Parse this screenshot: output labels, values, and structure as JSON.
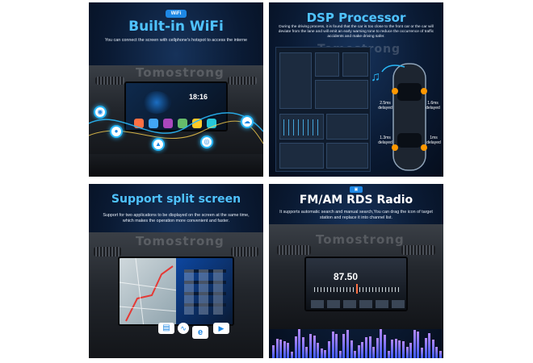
{
  "panels": {
    "wifi": {
      "badge": "WiFi",
      "title": "Built-in WiFi",
      "description": "You can connect the screen with cellphone's hotspot to access the interne",
      "watermark": "Tomostrong",
      "clock": "18:16"
    },
    "dsp": {
      "title": "DSP Processor",
      "description": "During the driving process, it is found that the car is too close to the front car or the car will deviate from the lane and will emit an early warning tone to reduce the occurrence of traffic accidents and make driving safer.",
      "watermark": "Tomostrong",
      "delays": {
        "d1": "2.5ms delayed",
        "d2": "1.6ms delayed",
        "d3": "1.3ms delayed",
        "d4": "1ms delayed"
      }
    },
    "split": {
      "title": "Support split screen",
      "description": "Support for two applications to be displayed on the screen at the same time, which makes the operation more convenient and faster.",
      "watermark": "Tomostrong"
    },
    "radio": {
      "title": "FM/AM RDS Radio",
      "description": "It supports automatic search and manual search,You can drag the icon of target station and replace it into channel list.",
      "watermark": "Tomostrong",
      "frequency": "87.50"
    }
  },
  "colors": {
    "accent": "#4fc3ff",
    "panel_bg": "#0a1a33",
    "glow": "#29b6f6"
  }
}
